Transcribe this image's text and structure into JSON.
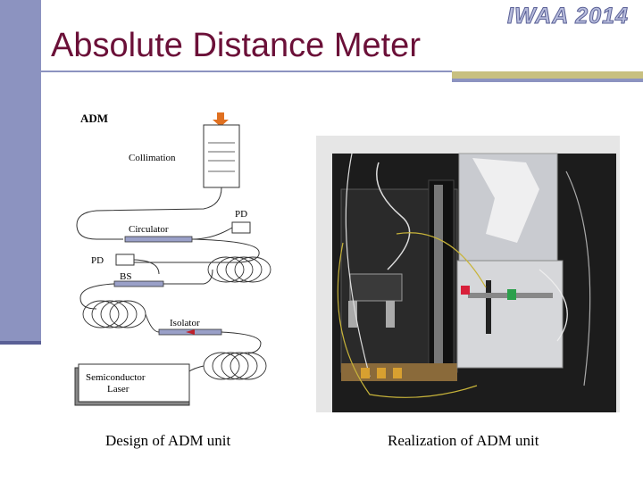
{
  "slide": {
    "title": "Absolute Distance Meter",
    "logo_text": "IWAA 2014",
    "caption_left": "Design of ADM unit",
    "caption_right": "Realization of ADM unit"
  },
  "diagram": {
    "labels": {
      "adm": "ADM",
      "collimation": "Collimation",
      "pd_top": "PD",
      "circulator": "Circulator",
      "pd_mid": "PD",
      "bs": "BS",
      "isolator": "Isolator",
      "laser_line1": "Semiconductor",
      "laser_line2": "Laser"
    }
  },
  "colors": {
    "title": "#6b1038",
    "accent_bar": "#8c93c0",
    "accent_gold": "#c8c080"
  }
}
